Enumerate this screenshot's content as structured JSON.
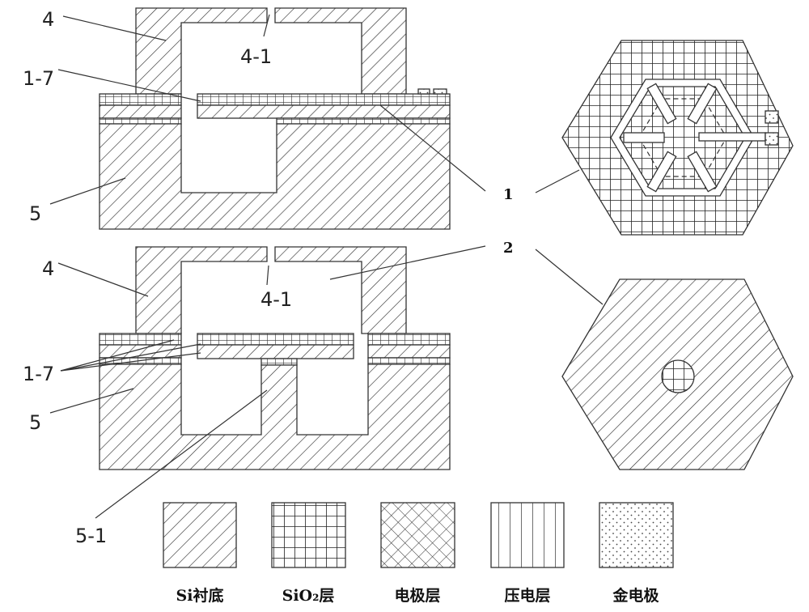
{
  "labels": {
    "top": {
      "cap": "4",
      "cap_hole": "4-1",
      "layers": "1-7",
      "substrate": "5"
    },
    "bottom": {
      "cap": "4",
      "cap_hole": "4-1",
      "layers": "1-7",
      "substrate": "5",
      "pillar": "5-1"
    },
    "ref_1": "1",
    "ref_2": "2"
  },
  "legend": [
    {
      "name": "si-substrate",
      "label": "Si衬底",
      "pattern": "diagonal-hatch"
    },
    {
      "name": "sio2-layer",
      "label": "SiO₂层",
      "pattern": "grid"
    },
    {
      "name": "electrode-layer",
      "label": "电极层",
      "pattern": "crosshatch"
    },
    {
      "name": "piezo-layer",
      "label": "压电层",
      "pattern": "vertical-lines"
    },
    {
      "name": "gold-electrode",
      "label": "金电极",
      "pattern": "dots"
    }
  ]
}
